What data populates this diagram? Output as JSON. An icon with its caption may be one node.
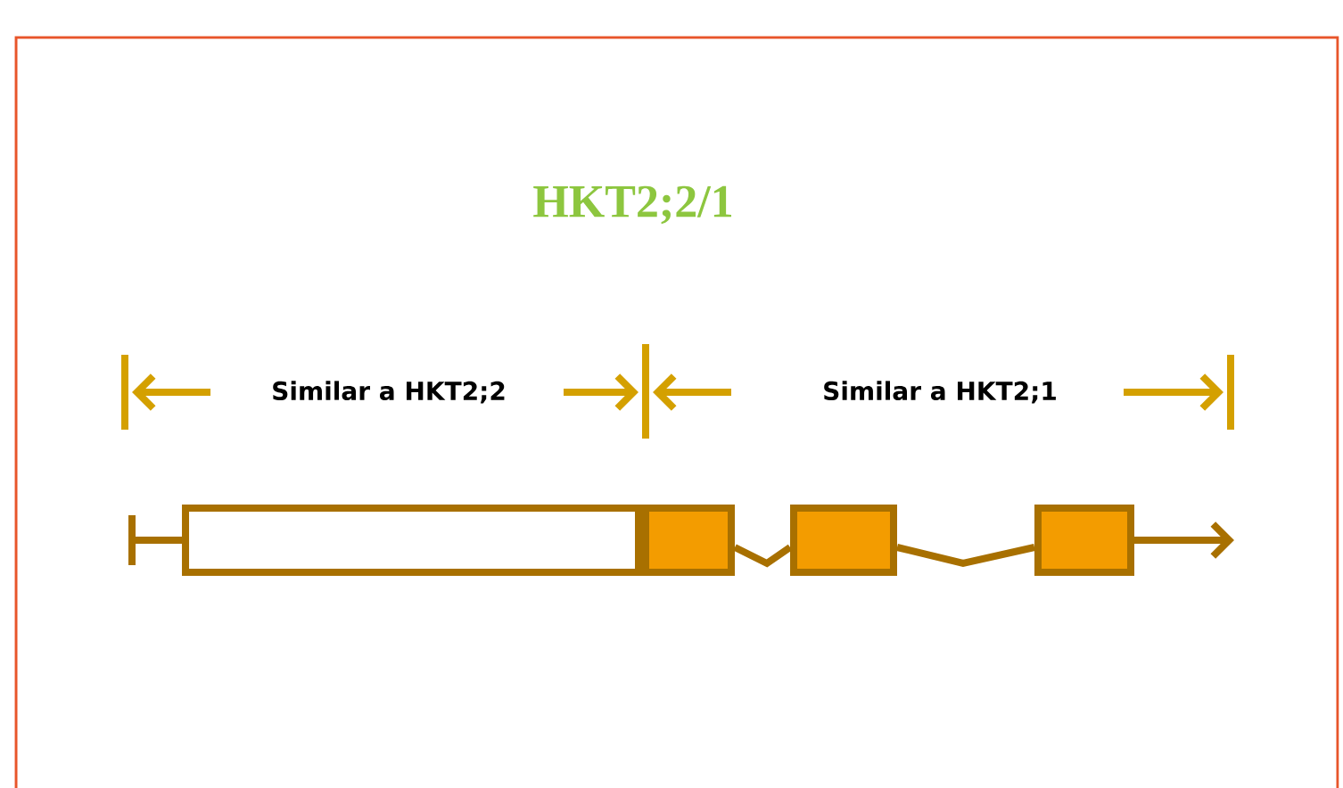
{
  "diagram": {
    "title": "HKT2;2/1",
    "nodes": [
      {
        "text": [],
        "shape": "box"
      },
      {
        "text": [],
        "shape": "box"
      },
      {
        "text": [],
        "shape": "box"
      },
      {
        "text": [],
        "shape": "box"
      }
    ],
    "edges": [
      {
        "from": null,
        "to": 0,
        "arrow": "none"
      },
      {
        "from": 1,
        "to": 2,
        "arrow": "none"
      },
      {
        "from": 2,
        "to": 3,
        "arrow": "none"
      },
      {
        "from": 3,
        "to": null,
        "arrow": "to"
      }
    ],
    "labels": [
      "Similar a HKT2;2",
      "Similar a HKT2;1"
    ]
  }
}
